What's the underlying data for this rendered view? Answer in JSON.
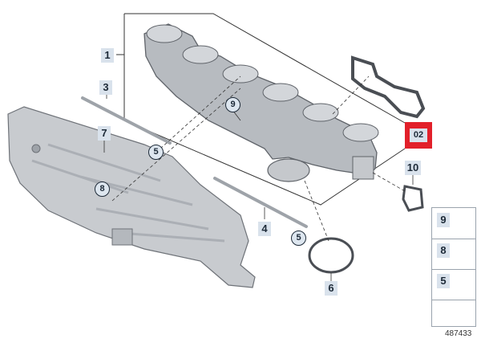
{
  "callouts": {
    "part_1": "1",
    "part_3": "3",
    "part_7": "7",
    "part_4": "4",
    "part_6": "6",
    "part_10": "10",
    "ref_9": "9",
    "ref_8": "8",
    "ref_5a": "5",
    "ref_5b": "5",
    "highlight": "02"
  },
  "side_panel": {
    "items": [
      "9",
      "8",
      "5"
    ]
  },
  "document_number": "487433",
  "colors": {
    "highlight": "#e2202a",
    "tag_bg": "#d9e2ec"
  }
}
